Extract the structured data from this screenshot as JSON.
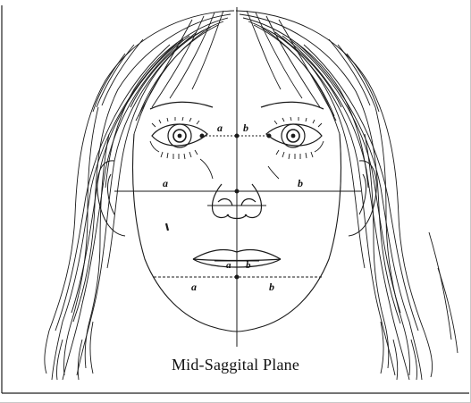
{
  "figure": {
    "caption": "Mid-Saggital Plane",
    "labels": {
      "eye_left": "a",
      "eye_right": "b",
      "cheek_left": "a",
      "cheek_right": "b",
      "lip_left": "a",
      "lip_right": "b",
      "jaw_left": "a",
      "jaw_right": "b"
    }
  }
}
